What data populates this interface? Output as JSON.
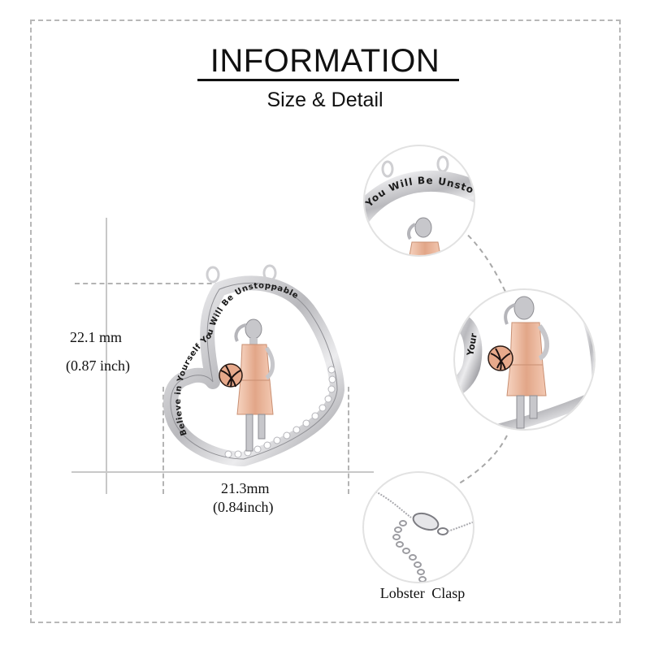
{
  "header": {
    "title": "INFORMATION",
    "subtitle": "Size & Detail"
  },
  "dimensions": {
    "height_mm": "22.1 mm",
    "height_inch": "(0.87 inch)",
    "width_mm": "21.3mm",
    "width_inch": "(0.84inch)"
  },
  "pendant": {
    "engraving": "Believe in Yourself You Will Be Unstoppable",
    "engraving_top_closeup": "You Will Be Unsto",
    "engraving_side_closeup": "Your",
    "subject": "basketball-player-girl-figure",
    "metal_colors": {
      "silver": "#c9c9cc",
      "rose_gold": "#e8b49a",
      "engraving": "#1a1a1a"
    }
  },
  "detail_circles": [
    {
      "name": "top-engraving-closeup"
    },
    {
      "name": "figure-closeup"
    },
    {
      "name": "lobster-clasp-closeup",
      "caption": "Lobster  Clasp"
    }
  ],
  "colors": {
    "border": "#b8b8b8",
    "guide_lines": "#c8c8c8",
    "text": "#111111"
  }
}
